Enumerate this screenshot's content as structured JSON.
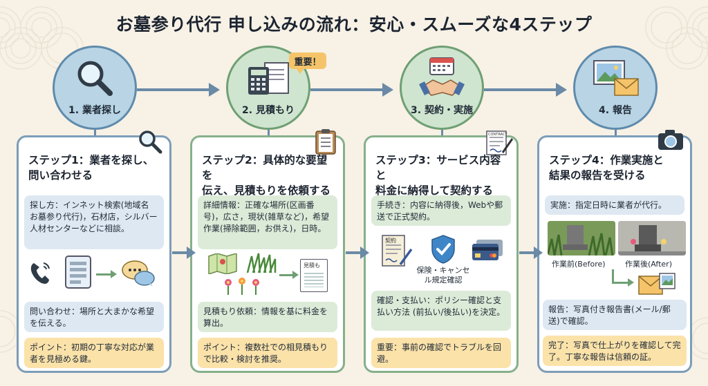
{
  "title": "お墓参り代行 申し込みの流れ：安心・スムーズな4ステップ",
  "badge_important": "重要！",
  "steps": [
    {
      "circle_label": "1. 業者探し",
      "circle_icon": "magnifier-icon",
      "heading": "ステップ1：業者を探し、問い合わせる",
      "heading_line1": "ステップ1：業者を探し、",
      "heading_line2": "問い合わせる",
      "box1": "探し方：インネット検索(地域名 お墓参り代行)，石材店，シルバー人材センターなどに相談。",
      "box2": "問い合わせ：場所と大まかな希望を伝える。",
      "point": "ポイント：初期の丁寧な対応が業者を見極める鍵。"
    },
    {
      "circle_label": "2. 見積もり",
      "circle_icon": "calculator-icon",
      "heading_line1": "ステップ2：具体的な要望を",
      "heading_line2": "伝え、見積もりを依頼する",
      "box1": "詳細情報：正確な場所(区画番号)，広さ，現状(雑草など)，希望作業(掃除範囲，お供え)，日時。",
      "mini_doc_label": "見積も",
      "box2": "見積もり依頼：情報を基に料金を算出。",
      "point": "ポイント：複数社での相見積もりで比較・検討を推奨。"
    },
    {
      "circle_label": "3. 契約・実施",
      "circle_icon": "handshake-icon",
      "heading_line1": "ステップ3：サービス内容と",
      "heading_line2": "料金に納得して契約する",
      "box1": "手続き：内容に納得後，Webや郵送で正式契約。",
      "contract_label": "契約",
      "contract_top_label": "CONTRACT",
      "insurance_caption": "保険・キャンセル規定確認",
      "box2": "確認・支払い：ポリシー確認と支払い方法 (前払い/後払い)を決定。",
      "point": "重要：事前の確認でトラブルを回避。"
    },
    {
      "circle_label": "4. 報告",
      "circle_icon": "photo-mail-icon",
      "heading_line1": "ステップ4：作業実施と",
      "heading_line2": "結果の報告を受ける",
      "box1": "実施：指定日時に業者が代行。",
      "before_caption": "作業前(Before)",
      "after_caption": "作業後(After)",
      "box2": "報告：写真付き報告書(メール/郵送)で確認。",
      "point": "完了：写真で仕上がりを確認して完了。丁寧な報告は信頼の証。"
    }
  ],
  "colors": {
    "blue_circle": "#b9d4e4",
    "green_circle": "#cfe5cf",
    "accent_yellow": "#fbe2a9",
    "flow_arrow": "#6a8aa6"
  }
}
